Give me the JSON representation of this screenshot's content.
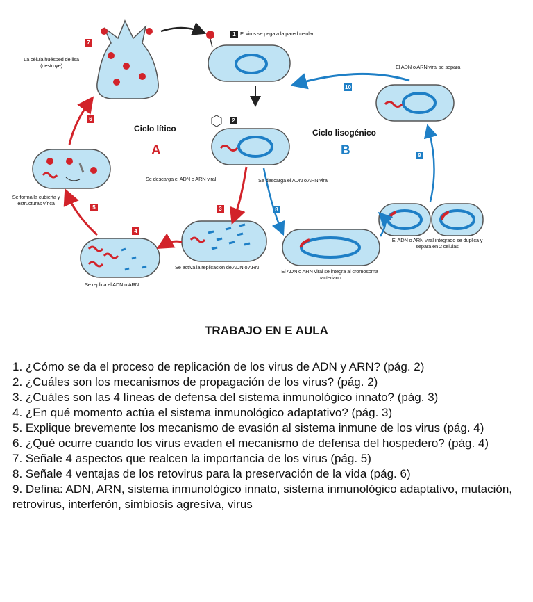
{
  "diagram": {
    "steps": {
      "s1": "1",
      "s2": "2",
      "s3": "3",
      "s4": "4",
      "s5": "5",
      "s6": "6",
      "s7": "7",
      "sA": "8",
      "sB": "9",
      "sC": "10"
    },
    "labels": {
      "virus_attaches": "El virus se pega a la pared celular",
      "host_lysis": "La célula huésped de lisa (destruye)",
      "lytic_cycle": "Ciclo lítico",
      "letter_a": "A",
      "lysogenic_cycle": "Ciclo lisogénico",
      "letter_b": "B",
      "separates": "El ADN o ARN viral se separa",
      "unload_left": "Se descarga el ADN o ARN viral",
      "unload_right": "Se descarga el ADN o ARN viral",
      "forms_cover": "Se forma la cubierta y estructuras vírica",
      "integrated_dup": "El ADN o ARN viral integrado se duplica y separa en 2 celulas",
      "activates_replication": "Se activa la replicación de ADN o ARN",
      "integrates": "El ADN o ARN viral se integra al cromosoma bacteriano",
      "replicates": "Se replica el ADN o ARN"
    },
    "colors": {
      "cell_fill": "#bfe3f4",
      "cell_edge": "#555555",
      "dna_blue": "#1e7fc6",
      "dna_red": "#d2232a"
    }
  },
  "title": "TRABAJO EN E AULA",
  "questions": [
    "1. ¿Cómo se da el proceso de replicación de los virus de ADN y ARN? (pág. 2)",
    "2. ¿Cuáles son los mecanismos de propagación de los virus? (pág. 2)",
    "3. ¿Cuáles son las 4 líneas de defensa del sistema inmunológico innato? (pág. 3)",
    "4. ¿En qué momento actúa el sistema inmunológico adaptativo? (pág. 3)",
    "5. Explique brevemente los mecanismo de evasión al sistema inmune de los virus (pág. 4)",
    "6. ¿Qué ocurre cuando los virus evaden el mecanismo de defensa del hospedero? (pág. 4)",
    "7. Señale 4 aspectos que realcen la importancia de los virus (pág. 5)",
    "8.  Señale 4 ventajas de los retovirus para la preservación de la vida (pág. 6)",
    "9. Defina: ADN, ARN, sistema inmunológico innato, sistema inmunológico adaptativo, mutación, retrovirus, interferón, simbiosis agresiva, virus"
  ]
}
